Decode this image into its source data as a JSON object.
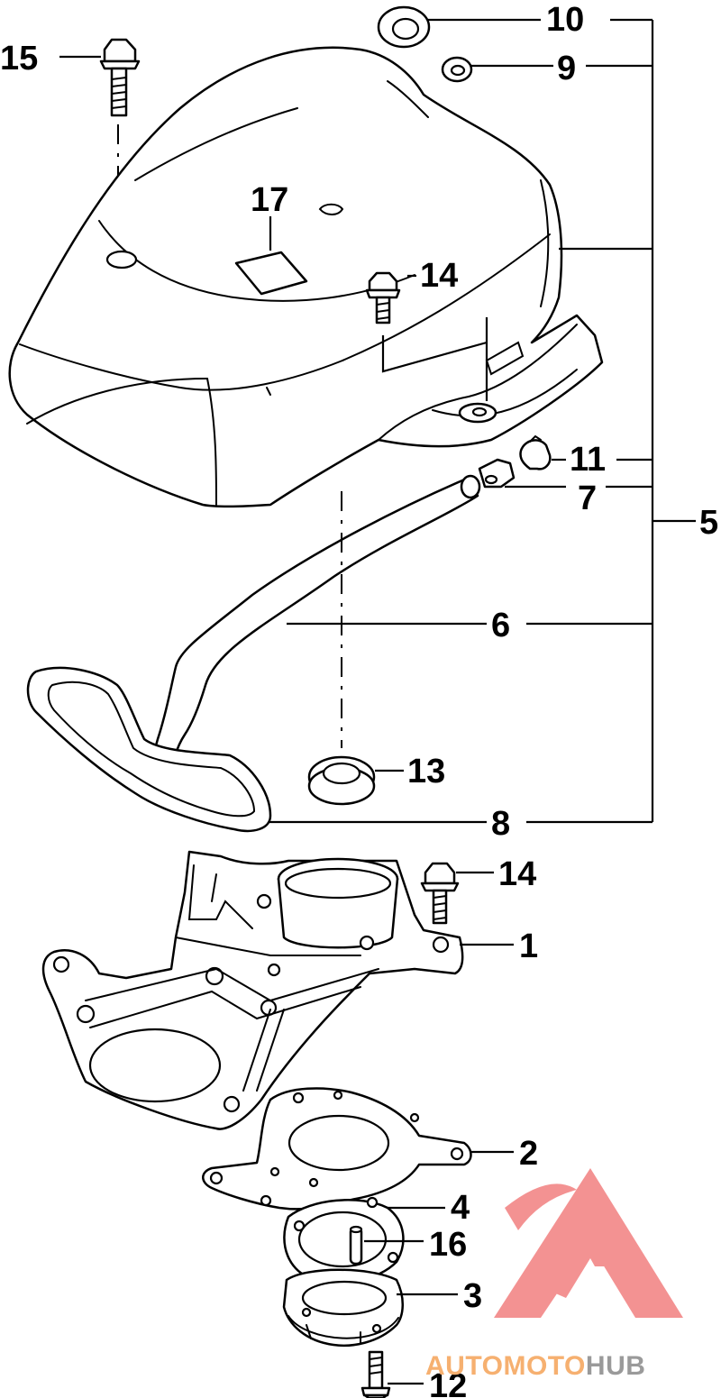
{
  "callouts": {
    "c1": "1",
    "c2": "2",
    "c3": "3",
    "c4": "4",
    "c5": "5",
    "c6": "6",
    "c7": "7",
    "c8": "8",
    "c9": "9",
    "c10": "10",
    "c11": "11",
    "c12": "12",
    "c13": "13",
    "c14a": "14",
    "c14b": "14",
    "c15": "15",
    "c16": "16",
    "c17": "17"
  },
  "watermark": {
    "text_part1": "AUTOMOTO",
    "text_part2": "HUB",
    "color_red": "#f28080",
    "color_orange": "#f6b070",
    "color_gray": "#9a9a9a"
  }
}
